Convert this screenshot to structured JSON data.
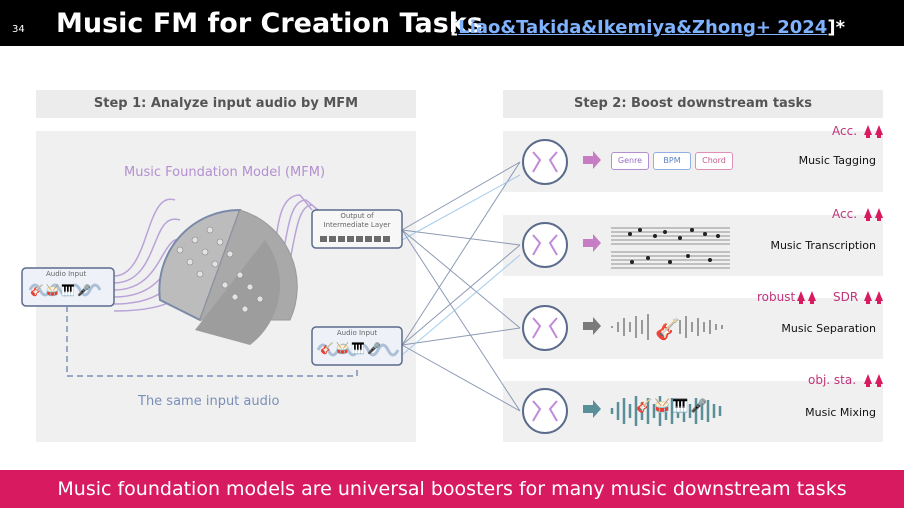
{
  "header": {
    "slide_number": "34",
    "title": "Music FM for Creation Tasks",
    "cite_open": "[",
    "cite_text": "Liao&Takida&Ikemiya&Zhong+ 2024",
    "cite_close": "]*"
  },
  "step1": {
    "title": "Step 1: Analyze input audio by MFM",
    "mfm_label": "Music Foundation Model (MFM)",
    "audio_input_left": "Audio Input",
    "output_box": "Output of\nIntermediate Layer",
    "audio_input_right": "Audio Input",
    "same_input_label": "The same input audio"
  },
  "step2": {
    "title": "Step 2: Boost downstream tasks",
    "rows": [
      {
        "task": "Music Tagging",
        "metric": "Acc.",
        "tags": [
          "Genre",
          "BPM",
          "Chord"
        ]
      },
      {
        "task": "Music Transcription",
        "metric": "Acc."
      },
      {
        "task": "Music Separation",
        "metric_left": "robust",
        "metric": "SDR"
      },
      {
        "task": "Music Mixing",
        "metric": "obj. sta."
      }
    ]
  },
  "footer": {
    "message": "Music foundation models are universal boosters for many music downstream tasks"
  },
  "colors": {
    "accent": "#d81b60",
    "purple": "#b48fd0",
    "steel": "#5b6b8c",
    "link": "#7fb2ff"
  },
  "icons": [
    "guitar-icon",
    "drum-icon",
    "piano-icon",
    "microphone-icon",
    "up-arrows-icon",
    "network-icon",
    "arrow-right-icon",
    "waveform-icon",
    "sheet-music-icon"
  ]
}
